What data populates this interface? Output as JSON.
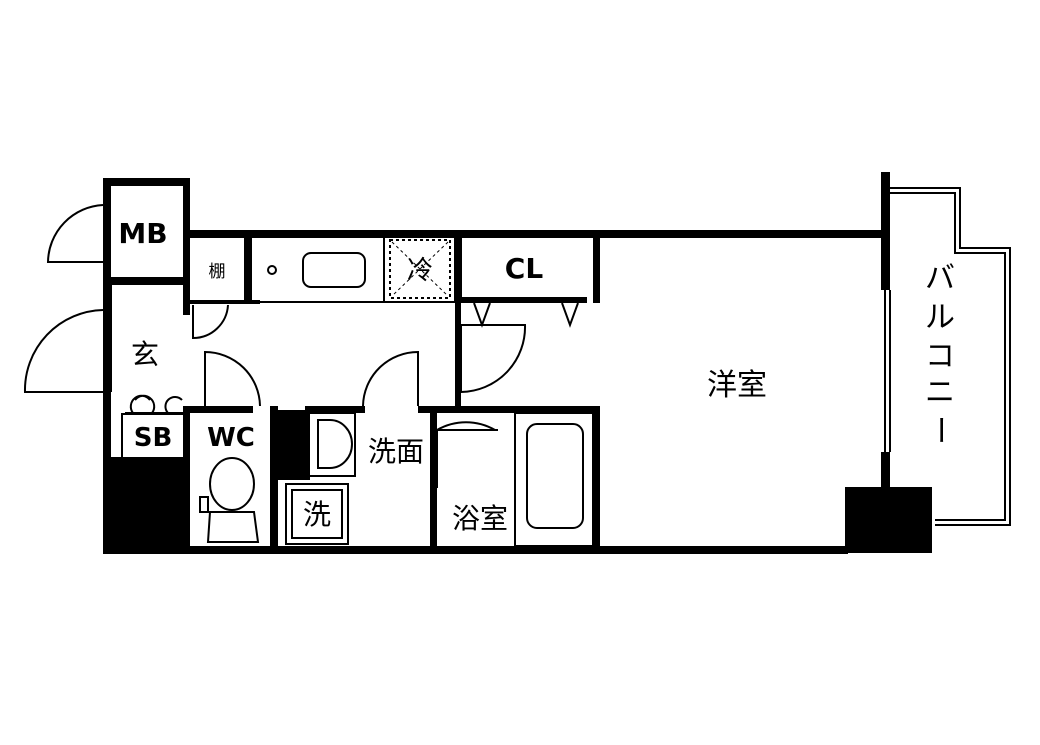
{
  "labels": {
    "mb": "MB",
    "shelf": "棚",
    "fridge": "冷",
    "closet": "CL",
    "entrance": "玄",
    "shoe_box": "SB",
    "toilet": "WC",
    "washroom": "洗面",
    "washer": "洗",
    "bathroom": "浴室",
    "western_room": "洋室",
    "balcony": [
      "バ",
      "ル",
      "コ",
      "ニ",
      "ー"
    ]
  }
}
